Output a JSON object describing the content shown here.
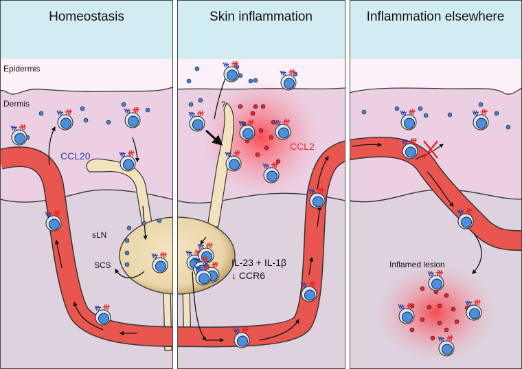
{
  "panels": [
    {
      "title": "Homeostasis"
    },
    {
      "title": "Skin inflammation"
    },
    {
      "title": "Inflammation elsewhere"
    }
  ],
  "layers": {
    "epidermis": "Epidermis",
    "dermis": "Dermis"
  },
  "labels": {
    "ccl20": "CCL20",
    "sln": "sLN",
    "scs": "SCS",
    "question": "?",
    "ccl2": "CCL2",
    "cytokines": "IL-23 + IL-1β",
    "ccr6": "↓ CCR6",
    "inflamed_lesion": "Inflamed lesion"
  },
  "colors": {
    "header": "#d2edf2",
    "epidermis": "#fcf1f8",
    "dermis": "#ead0e2",
    "deep": "#ddd2dd",
    "vessel": "#e8564f",
    "ccl20": "#2c3fa6",
    "ccl2": "#e8262a",
    "chemokine_blue": "#3f7fd0",
    "chemokine_red": "#e3242b"
  }
}
